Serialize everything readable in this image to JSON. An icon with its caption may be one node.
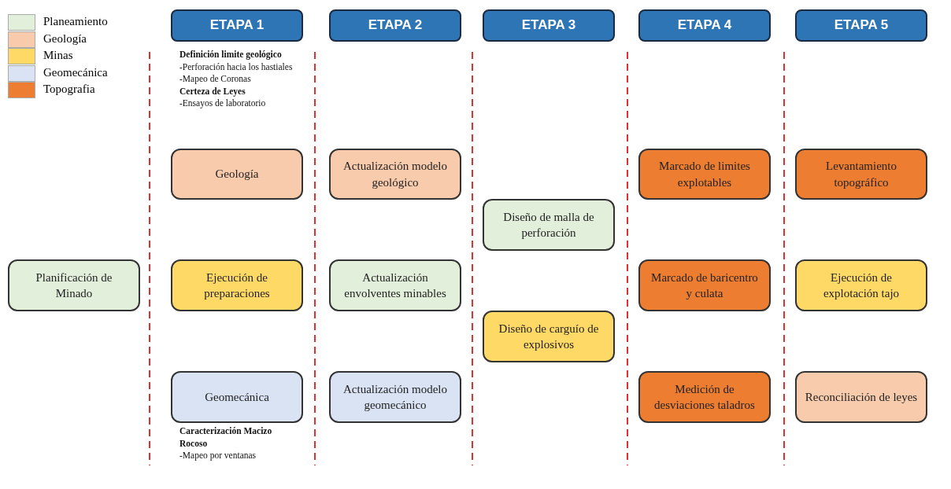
{
  "diagram": {
    "nodes": [
      {
        "text": [
          "ETAPA 1"
        ]
      },
      {
        "text": [
          "ETAPA 2"
        ]
      },
      {
        "text": [
          "ETAPA 3"
        ]
      },
      {
        "text": [
          "ETAPA 4"
        ]
      },
      {
        "text": [
          "ETAPA 5"
        ]
      },
      {
        "text": [
          "Geología"
        ],
        "beside": [
          "**Definición limite geológico**",
          "-Perforación hacia los hastiales",
          "-Mapeo de Coronas",
          "**Certeza de Leyes**",
          "-Ensayos de laboratorio"
        ]
      },
      {
        "text": [
          "Actualización modelo geológico"
        ]
      },
      {
        "text": [
          "Marcado de limites explotables"
        ]
      },
      {
        "text": [
          "Levantamiento topográfico"
        ]
      },
      {
        "text": [
          "Diseño de malla de perforación"
        ]
      },
      {
        "text": [
          "Planificación de Minado"
        ]
      },
      {
        "text": [
          "Ejecución de preparaciones"
        ]
      },
      {
        "text": [
          "Actualización envolventes minables"
        ]
      },
      {
        "text": [
          "Marcado de baricentro y culata"
        ]
      },
      {
        "text": [
          "Ejecución de explotación tajo"
        ]
      },
      {
        "text": [
          "Diseño de carguío de explosivos"
        ]
      },
      {
        "text": [
          "Geomecánica"
        ],
        "beside": [
          "**Caracterización Macizo Rocoso**",
          "-Mapeo por ventanas"
        ]
      },
      {
        "text": [
          "Actualización modelo geomecánico"
        ]
      },
      {
        "text": [
          "Medición de desviaciones taladros"
        ]
      },
      {
        "text": [
          "Reconciliación de leyes"
        ]
      }
    ],
    "edges": [],
    "legend": [
      {
        "text": "Planeamiento",
        "color": "#e2efda"
      },
      {
        "text": "Geología",
        "color": "#f8cbad"
      },
      {
        "text": "Minas",
        "color": "#ffd966"
      },
      {
        "text": "Geomecánica",
        "color": "#dae3f3"
      },
      {
        "text": "Topografia",
        "color": "#ed7d31"
      }
    ]
  }
}
